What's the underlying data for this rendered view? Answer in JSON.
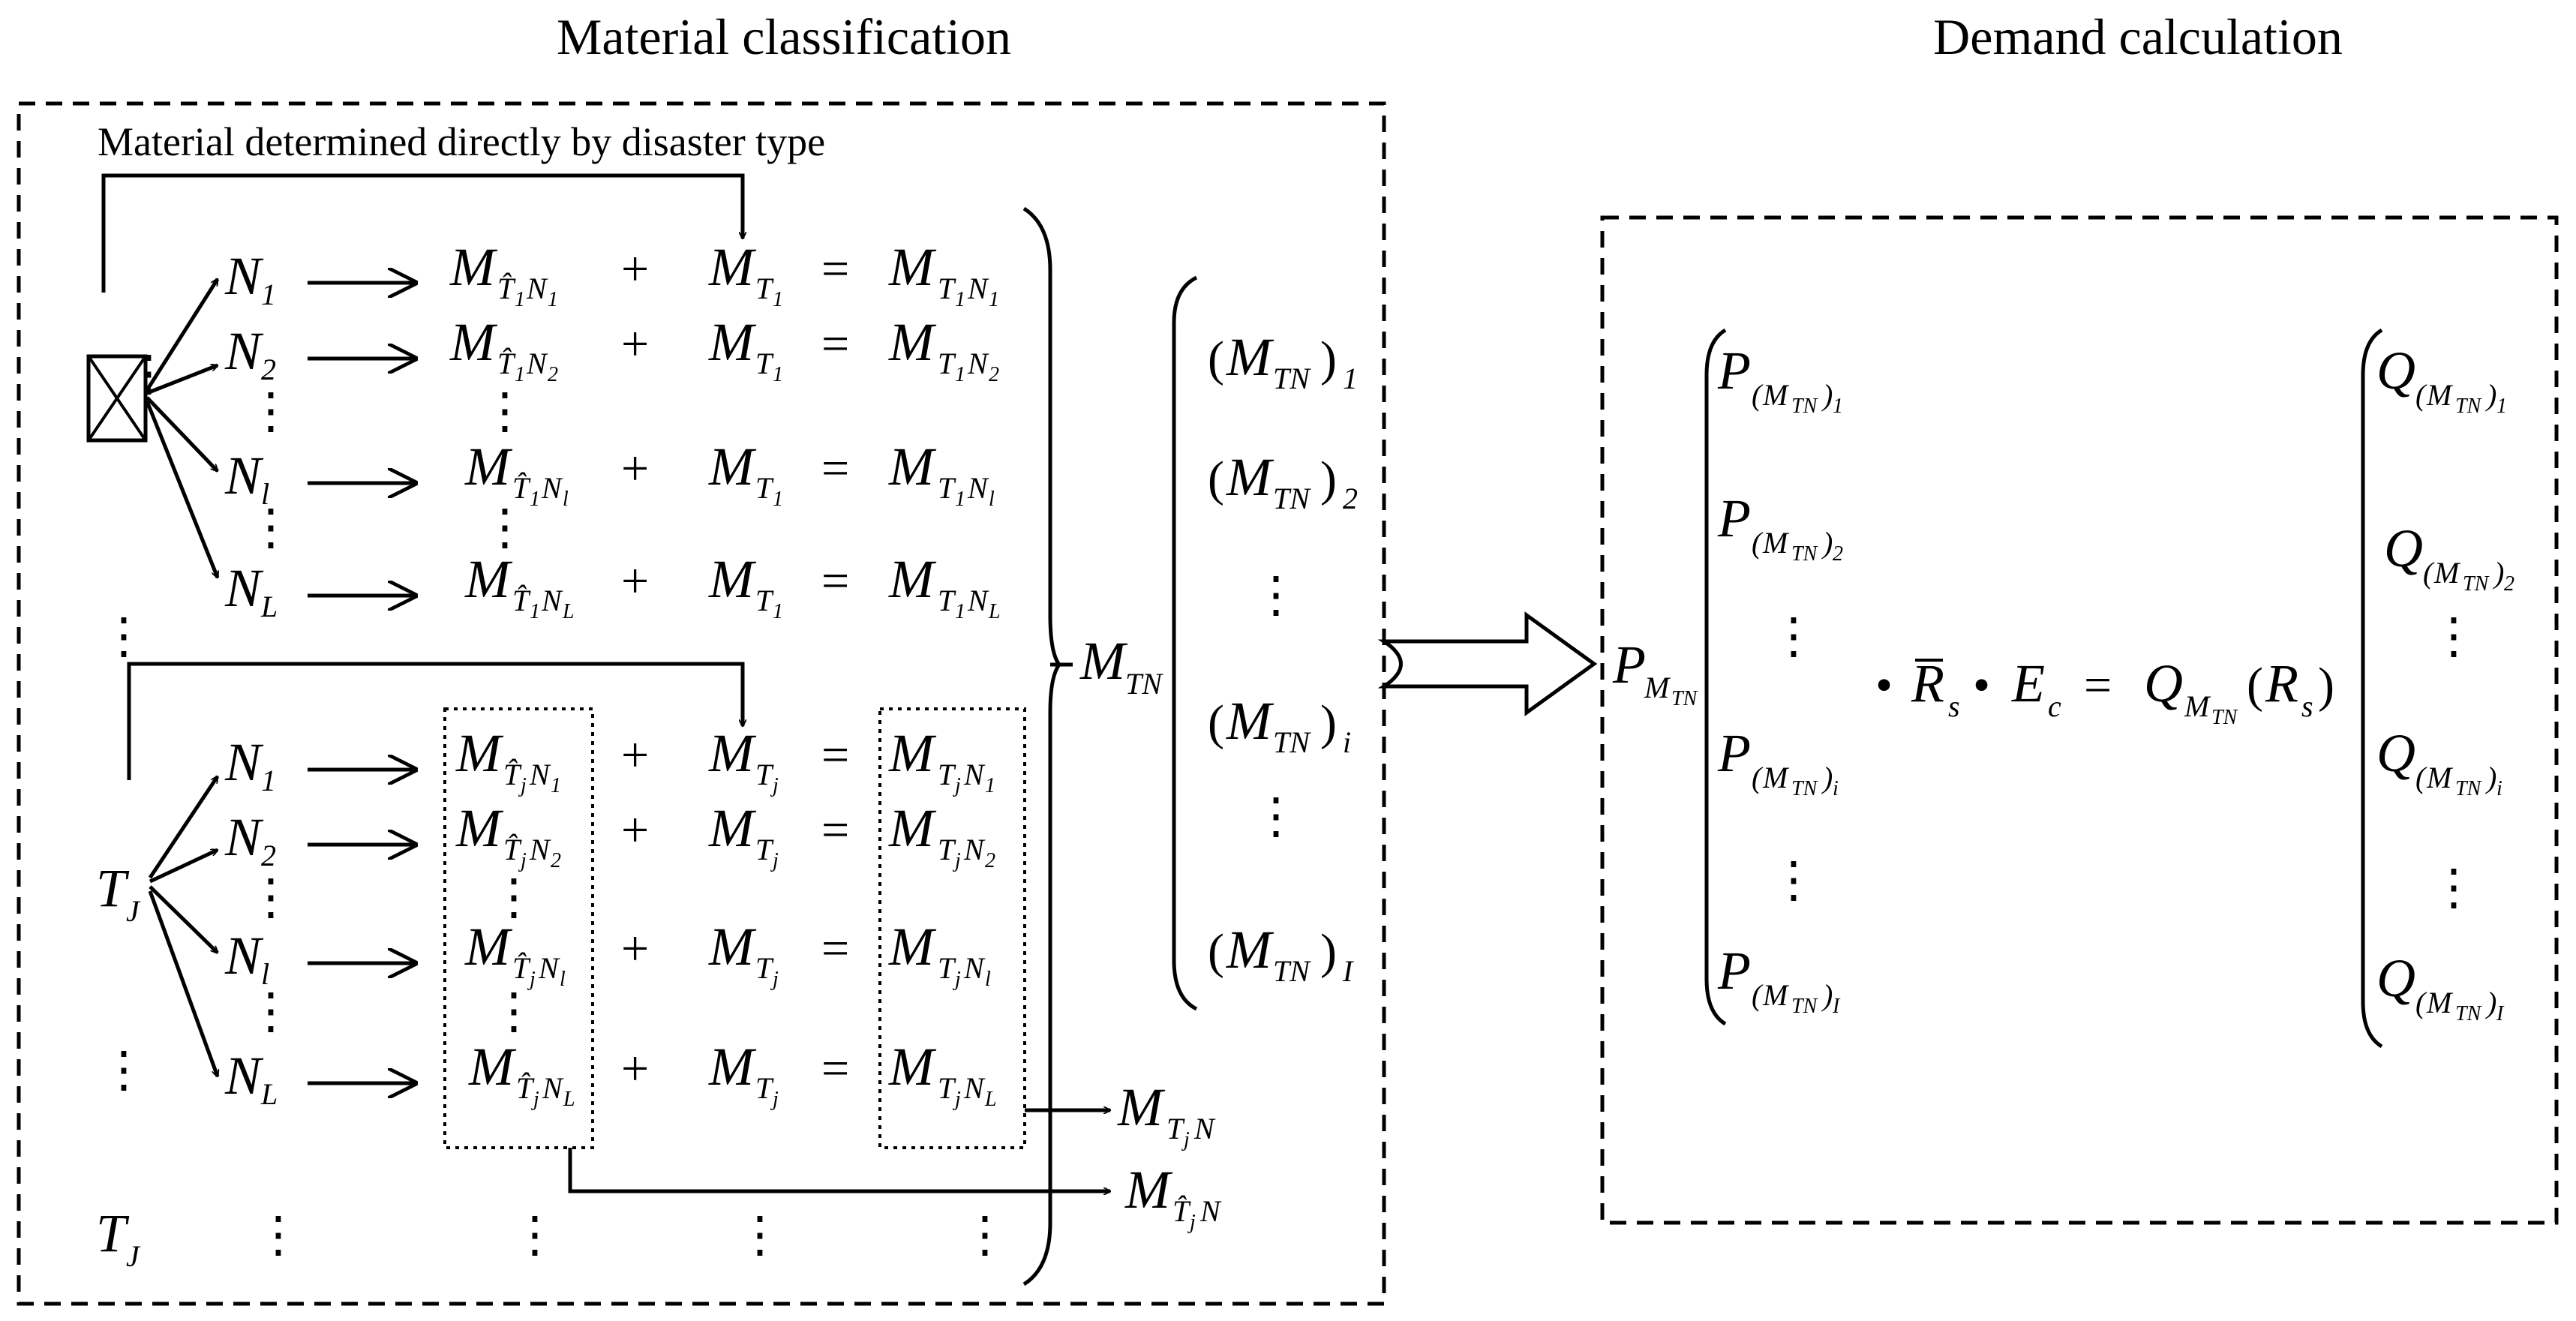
{
  "titles": {
    "classification": "Material classification",
    "demand": "Demand calculation"
  },
  "note": "Material determined directly by disaster type",
  "symbols": {
    "N": "N",
    "M": "M",
    "T": "T",
    "P": "P",
    "Q": "Q",
    "R": "R",
    "E": "E",
    "plus": "+",
    "equals": "=",
    "vdots": "⋮",
    "bullet": "•",
    "lparen": "(",
    "rparen": ")",
    "hat": "^",
    "bar": "‾"
  },
  "subscripts": {
    "n1": "1",
    "n2": "2",
    "nl": "l",
    "nL": "L",
    "T1": "T",
    "one": "1",
    "j": "j",
    "J": "J",
    "TN": "TN",
    "N": "N",
    "i": "i",
    "I": "I",
    "s": "s",
    "c": "c"
  },
  "colors": {
    "ink": "#000000",
    "background": "#ffffff"
  }
}
